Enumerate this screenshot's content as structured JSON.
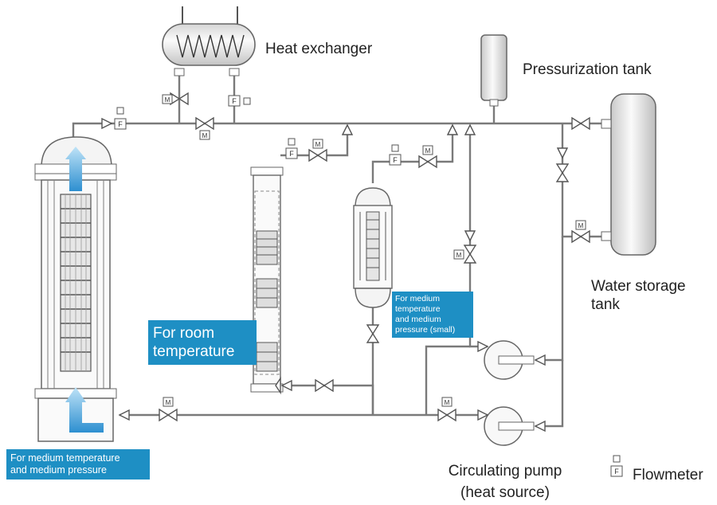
{
  "labels": {
    "heat_exchanger": "Heat exchanger",
    "pressurization_tank": "Pressurization tank",
    "water_storage_tank_line1": "Water storage",
    "water_storage_tank_line2": "tank",
    "circulating_pump_line1": "Circulating pump",
    "circulating_pump_line2": "(heat source)",
    "flowmeter": "Flowmeter"
  },
  "badges": {
    "room_temperature": [
      "For room",
      "temperature"
    ],
    "medium_small": [
      "For medium",
      "temperature",
      "and medium",
      "pressure (small)"
    ],
    "medium_pressure": [
      "For medium temperature",
      "and medium pressure"
    ]
  },
  "symbols": {
    "flowmeter_letter": "F",
    "motor_letter": "M"
  },
  "colors": {
    "pipe": "#7a7a7a",
    "badge_bg": "#1e8fc4",
    "arrow": "#4aa8dc",
    "tank_fill": "#e6e6e6"
  }
}
